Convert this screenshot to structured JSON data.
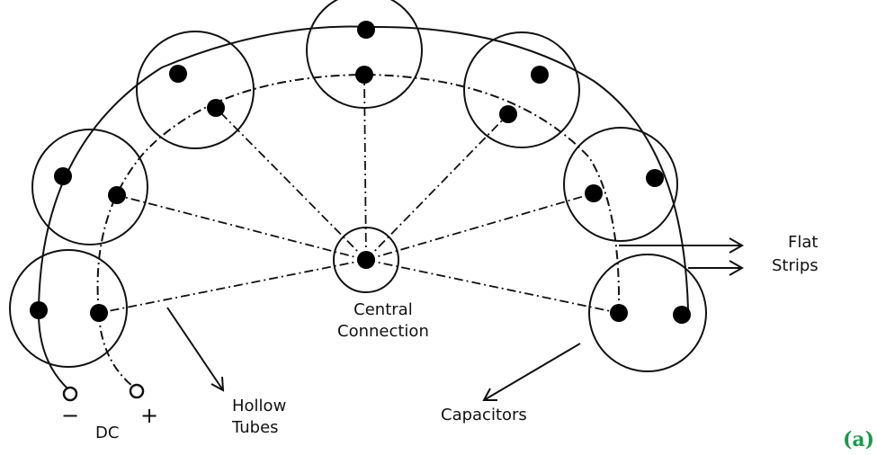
{
  "labels": {
    "flat_strips": [
      "Flat",
      "Strips"
    ],
    "central_connection": [
      "Central",
      "Connection"
    ],
    "hollow_tubes": [
      "Hollow",
      "Tubes"
    ],
    "capacitors": "Capacitors",
    "dc": "DC",
    "minus": "−",
    "plus": "+",
    "panel_tag": "(a)"
  },
  "colors": {
    "stroke": "#111111",
    "panel_tag": "#1a9a4a"
  }
}
